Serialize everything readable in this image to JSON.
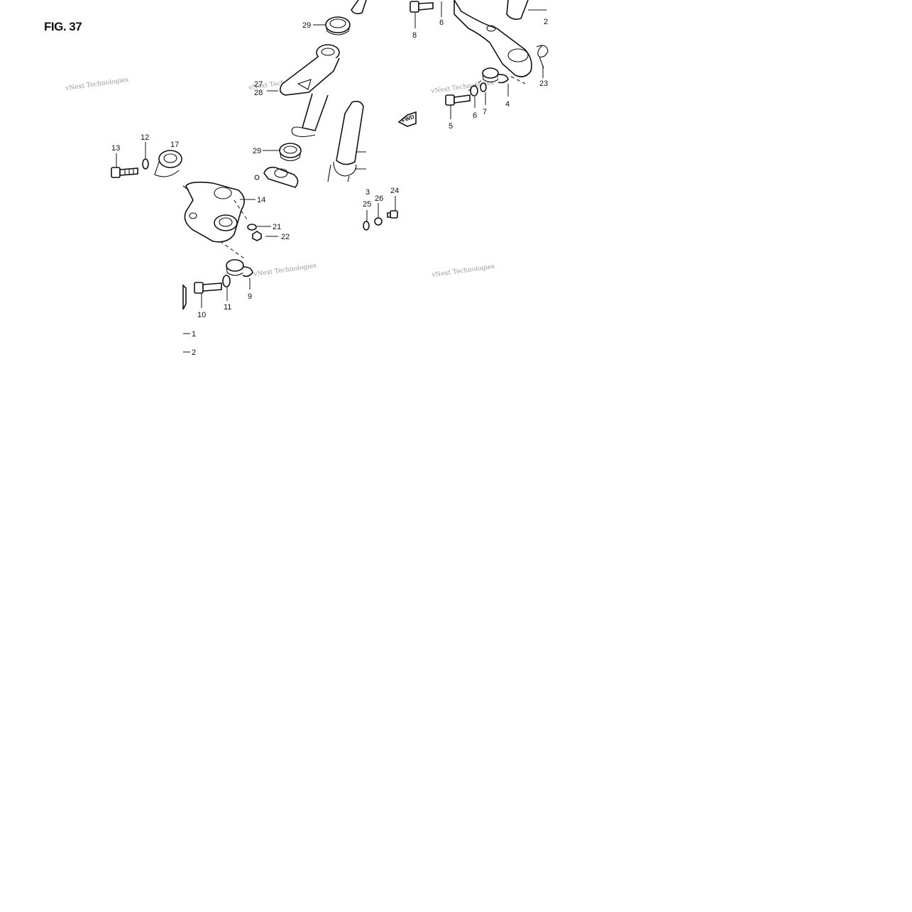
{
  "figure": {
    "title": "FIG. 37"
  },
  "watermark": {
    "text": "vNext Technologies"
  },
  "callouts": {
    "c1": "1",
    "c2": "2",
    "c3": "3",
    "c4": "4",
    "c5": "5",
    "c6a": "6",
    "c6b": "6",
    "c7": "7",
    "c8": "8",
    "c9": "9",
    "c10": "10",
    "c11": "11",
    "c12": "12",
    "c13": "13",
    "c14": "14",
    "c17": "17",
    "c21": "21",
    "c22": "22",
    "c23": "23",
    "c24": "24",
    "c25": "25",
    "c26": "26",
    "c27": "27",
    "c28": "28",
    "c29a": "29",
    "c29b": "29"
  },
  "fwd_label": "FWD"
}
